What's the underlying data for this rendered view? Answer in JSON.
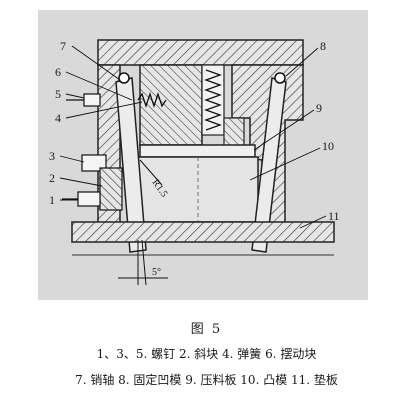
{
  "figure": {
    "part_numbers": [
      "1",
      "2",
      "3",
      "4",
      "5",
      "6",
      "7",
      "8",
      "9",
      "10",
      "11"
    ],
    "radius_label": "R1.5",
    "angle_label": "5°"
  },
  "caption": "图 5",
  "legend": {
    "line1": "1、3、5. 螺钉  2. 斜块  4. 弹簧  6. 摆动块",
    "line2": "7. 销轴  8. 固定凹模  9. 压料板  10. 凸模  11. 垫板"
  }
}
